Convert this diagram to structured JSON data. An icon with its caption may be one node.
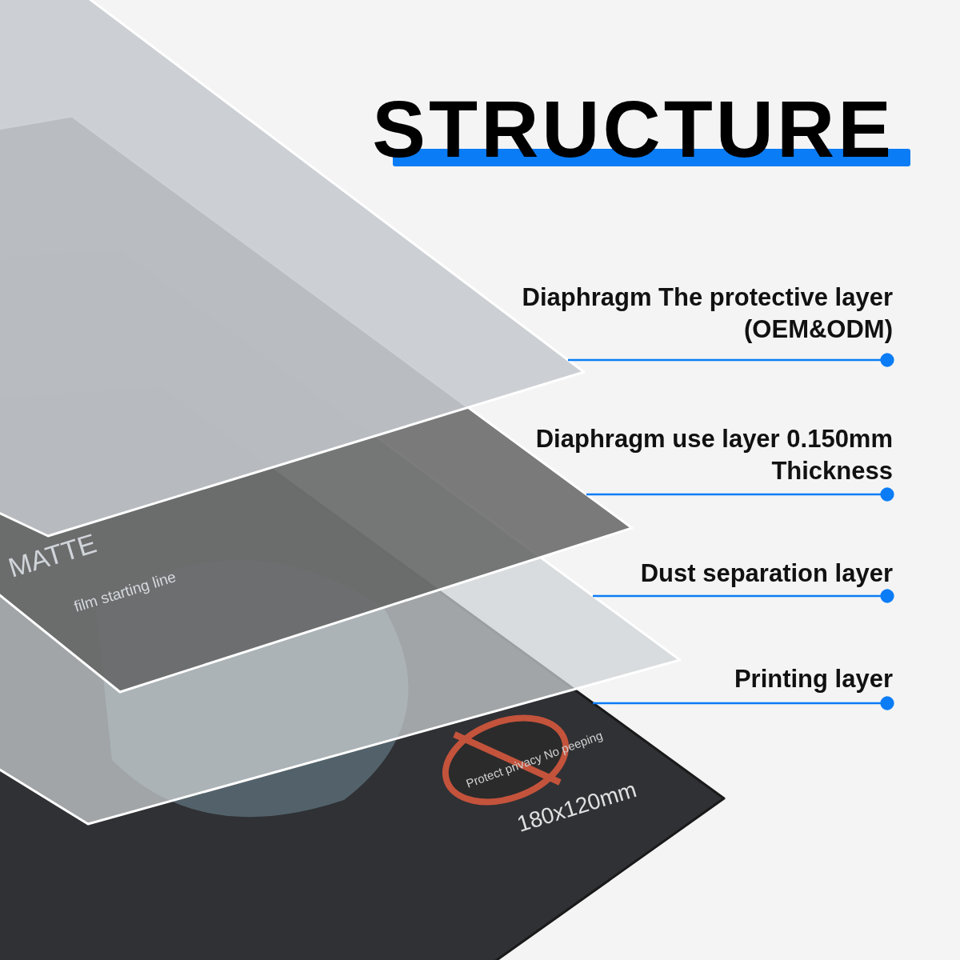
{
  "diagram": {
    "title": "STRUCTURE",
    "nodes": [
      {
        "text": [
          "Diaphragm The protective layer (OEM&ODM)"
        ]
      },
      {
        "text": [
          "Diaphragm use layer 0.150mm Thickness"
        ]
      },
      {
        "text": [
          "Dust separation layer"
        ]
      },
      {
        "text": [
          "Printing layer"
        ]
      },
      {
        "text": [],
        "shape": "box"
      },
      {
        "text": [],
        "shape": "box"
      },
      {
        "text": [],
        "shape": "box"
      },
      {
        "text": [],
        "shape": "picture"
      }
    ],
    "edges": [
      {
        "from": 0,
        "to": 4,
        "arrow": "other",
        "color": "#0a7cf5"
      },
      {
        "from": 1,
        "to": 5,
        "arrow": "other",
        "color": "#0a7cf5"
      },
      {
        "from": 2,
        "to": 6,
        "arrow": "other",
        "color": "#0a7cf5"
      },
      {
        "from": 3,
        "to": 7,
        "arrow": "other",
        "color": "#0a7cf5"
      }
    ],
    "labels": [
      "MATTE",
      "film starting line",
      "Protect privacy No peeping",
      "180x120mm"
    ]
  }
}
